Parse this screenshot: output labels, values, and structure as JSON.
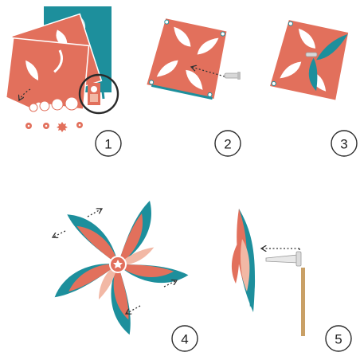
{
  "steps": [
    {
      "label": "1"
    },
    {
      "label": "2"
    },
    {
      "label": "3"
    },
    {
      "label": "4"
    },
    {
      "label": "5"
    }
  ],
  "colors": {
    "coral": "#e2705c",
    "teal": "#1d8f9c",
    "light_pink": "#f2b8a5",
    "white": "#ffffff",
    "stick": "#c9a066",
    "ink": "#333333"
  },
  "icons": [
    "scissors-icon",
    "dashed-arrow-icon",
    "magnifier-circle-icon",
    "pin-icon",
    "stick-icon"
  ]
}
